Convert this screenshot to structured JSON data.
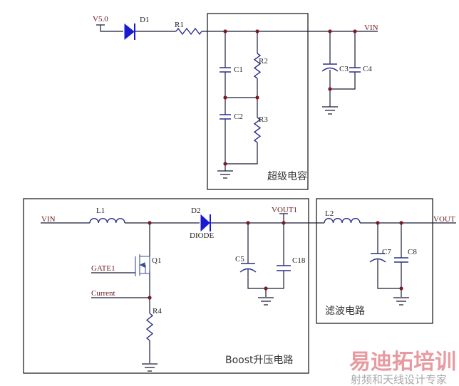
{
  "labels": {
    "v50": "V5.0",
    "d1": "D1",
    "r1": "R1",
    "vin_top": "VIN",
    "c1": "C1",
    "c2": "C2",
    "r2": "R2",
    "r3": "R3",
    "c3": "C3",
    "c4": "C4",
    "supercap_box": "超级电容",
    "vin_bottom": "VIN",
    "l1": "L1",
    "d2": "D2",
    "diode": "DIODE",
    "vout1": "VOUT1",
    "q1": "Q1",
    "gate1": "GATE1",
    "current": "Current",
    "r4": "R4",
    "c5": "C5",
    "c18": "C18",
    "boost_box": "Boost升压电路",
    "l2": "L2",
    "vout": "VOUT",
    "c7": "C7",
    "c8": "C8",
    "filter_box": "滤波电路"
  },
  "watermark": {
    "main": "易迪拓培训",
    "sub": "射频和天线设计专家"
  },
  "colors": {
    "wire": "#1b1b3a",
    "component": "#2a2f8a",
    "diode_fill": "#1a1ad0",
    "node": "#7a1a22"
  }
}
